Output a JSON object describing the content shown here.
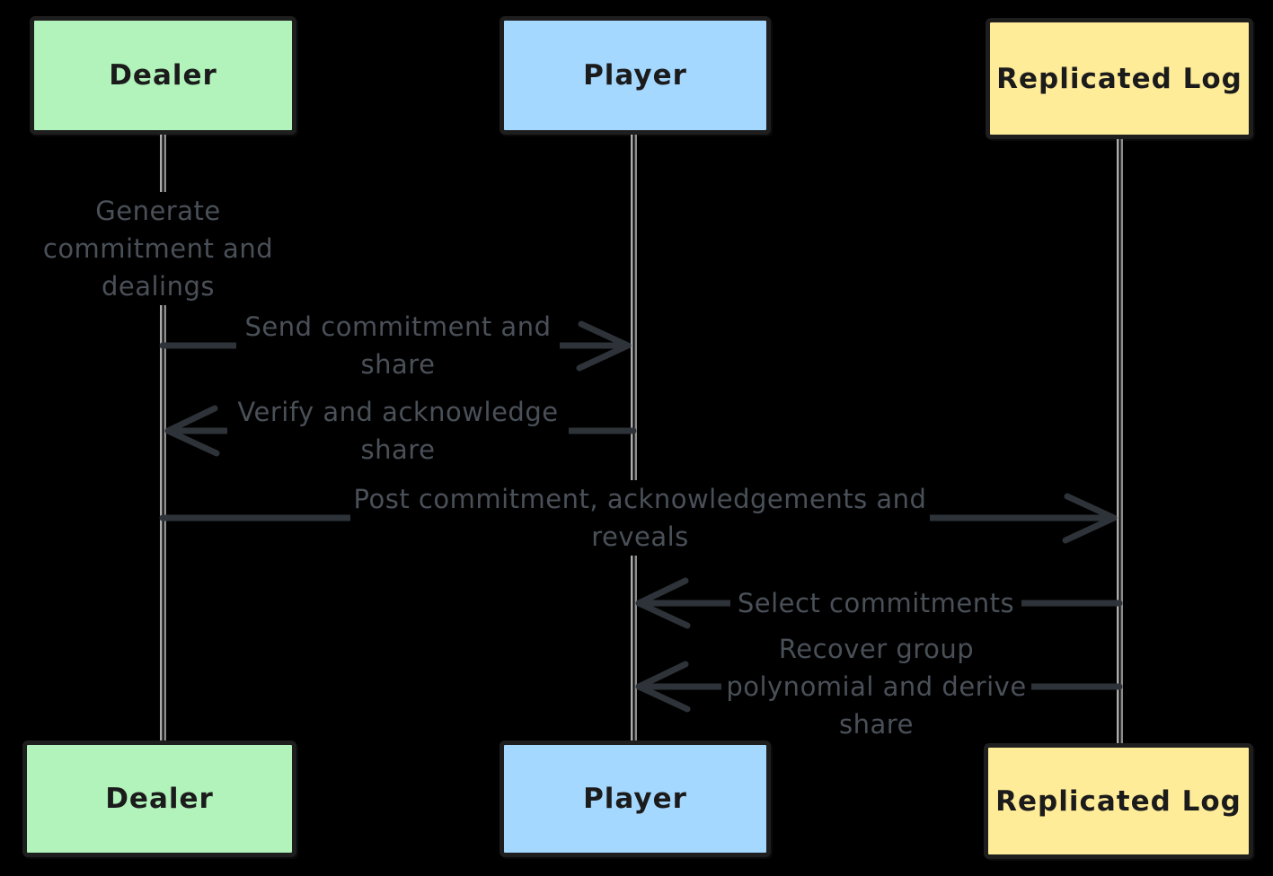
{
  "diagram": {
    "type": "sequence-diagram",
    "background": "#000000",
    "actors": [
      {
        "name": "Dealer",
        "fill": "#b2f2bb",
        "stroke": "#1e1e1e"
      },
      {
        "name": "Player",
        "fill": "#a5d8ff",
        "stroke": "#1e1e1e"
      },
      {
        "name": "Replicated Log",
        "fill": "#ffec99",
        "stroke": "#1e1e1e"
      }
    ],
    "messages": [
      {
        "kind": "self-note",
        "actor": "Dealer",
        "text": "Generate commitment and dealings"
      },
      {
        "kind": "arrow",
        "from": "Dealer",
        "to": "Player",
        "text": "Send commitment and share"
      },
      {
        "kind": "arrow",
        "from": "Player",
        "to": "Dealer",
        "text": "Verify and acknowledge share"
      },
      {
        "kind": "arrow",
        "from": "Dealer",
        "to": "Replicated Log",
        "text": "Post commitment, acknowledgements and reveals"
      },
      {
        "kind": "arrow",
        "from": "Replicated Log",
        "to": "Player",
        "text": "Select commitments"
      },
      {
        "kind": "arrow",
        "from": "Replicated Log",
        "to": "Player",
        "text": "Recover group polynomial and derive share"
      }
    ],
    "colors": {
      "arrow": "#2e3339",
      "label_text": "#4a5058",
      "lifeline": "#9d9d9d",
      "actor_text": "#1b1b1b"
    }
  }
}
